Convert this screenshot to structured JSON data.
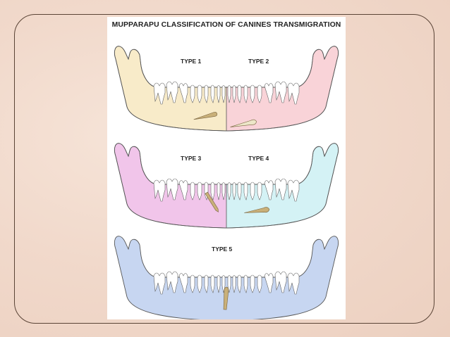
{
  "title": "MUPPARAPU CLASSIFICATION OF CANINES TRANSMIGRATION",
  "panels": [
    {
      "labels": [
        "TYPE 1",
        "TYPE 2"
      ],
      "colors": [
        "#f8ebc9",
        "#f9d3d8"
      ]
    },
    {
      "labels": [
        "TYPE 3",
        "TYPE 4"
      ],
      "colors": [
        "#f1c5ea",
        "#d4f2f5"
      ]
    },
    {
      "labels": [
        "TYPE 5"
      ],
      "colors": [
        "#c7d6f1"
      ]
    }
  ],
  "colors": {
    "outline": "#555555",
    "canine": "#c9b079",
    "background": "#f3ddd0",
    "frame": "#5a4436"
  }
}
